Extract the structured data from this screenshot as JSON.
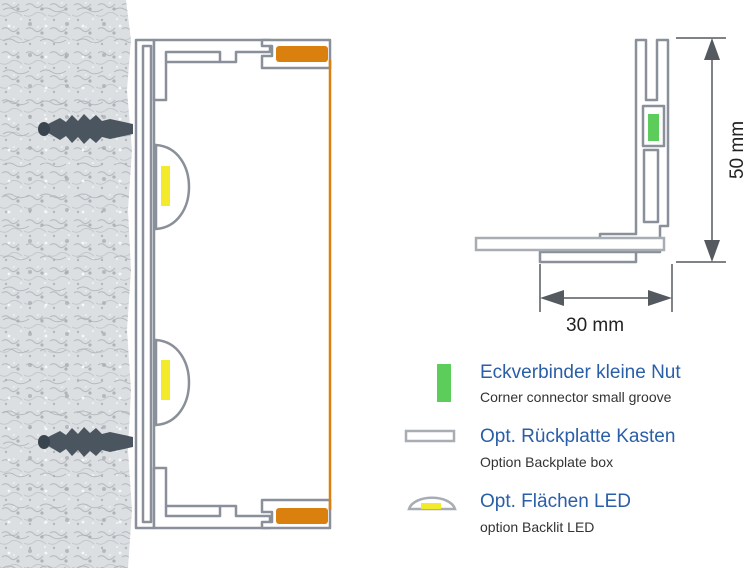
{
  "dimensions": {
    "height_label": "50 mm",
    "width_label": "30 mm"
  },
  "legend": [
    {
      "icon": "green-connector-swatch",
      "title": "Eckverbinder kleine Nut",
      "subtitle": "Corner connector small groove"
    },
    {
      "icon": "backplate-swatch",
      "title": "Opt. Rückplatte Kasten",
      "subtitle": "Option Backplate box"
    },
    {
      "icon": "led-swatch",
      "title": "Opt. Flächen LED",
      "subtitle": "option Backlit LED"
    }
  ],
  "colors": {
    "profile": "#8a9099",
    "wall": "#d9dcdf",
    "orange_rail": "#d9800f",
    "led_yellow": "#f2ea2a",
    "connector_green": "#5ccc5a",
    "anchor": "#4a5560",
    "text_blue": "#2a5ea8"
  }
}
